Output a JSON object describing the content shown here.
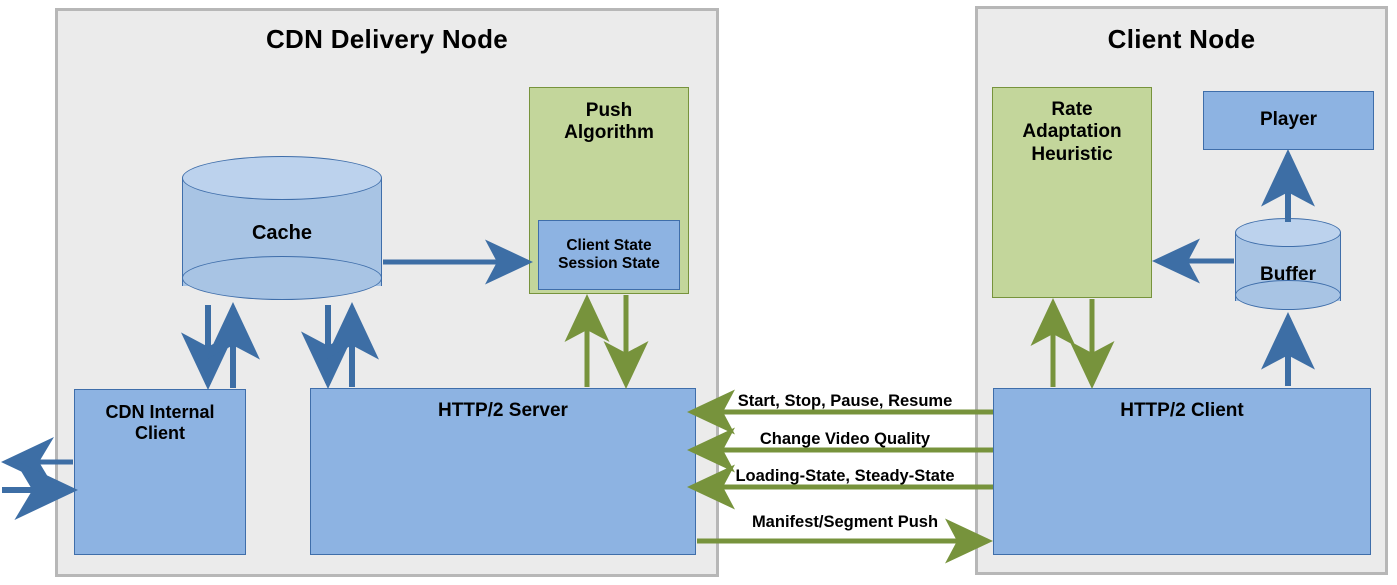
{
  "diagram": {
    "title_left": "CDN Delivery Node",
    "title_right": "Client Node",
    "colors": {
      "panel_fill": "#ebebeb",
      "panel_border": "#b7b7b7",
      "blue_fill": "#8db3e2",
      "blue_border": "#3f6eaa",
      "green_fill": "#c3d69b",
      "green_border": "#77933c",
      "blue_arrow": "#3d6ea5",
      "green_arrow": "#77933c",
      "cylinder_top": "#bcd2ed",
      "cylinder_body": "#a8c4e4"
    }
  },
  "cdn_node": {
    "cache": "Cache",
    "push_algorithm": "Push\nAlgorithm",
    "push_algorithm_line1": "Push",
    "push_algorithm_line2": "Algorithm",
    "client_state_line1": "Client State",
    "client_state_line2": "Session State",
    "cdn_internal_client_line1": "CDN Internal",
    "cdn_internal_client_line2": "Client",
    "http2_server": "HTTP/2 Server"
  },
  "client_node": {
    "rate_adaptation_line1": "Rate",
    "rate_adaptation_line2": "Adaptation",
    "rate_adaptation_line3": "Heuristic",
    "player": "Player",
    "buffer": "Buffer",
    "http2_client": "HTTP/2 Client"
  },
  "flows": [
    {
      "label": "Start, Stop, Pause, Resume",
      "direction": "right-to-left"
    },
    {
      "label": "Change Video Quality",
      "direction": "right-to-left"
    },
    {
      "label": "Loading-State, Steady-State",
      "direction": "right-to-left"
    },
    {
      "label": "Manifest/Segment Push",
      "direction": "left-to-right"
    }
  ]
}
